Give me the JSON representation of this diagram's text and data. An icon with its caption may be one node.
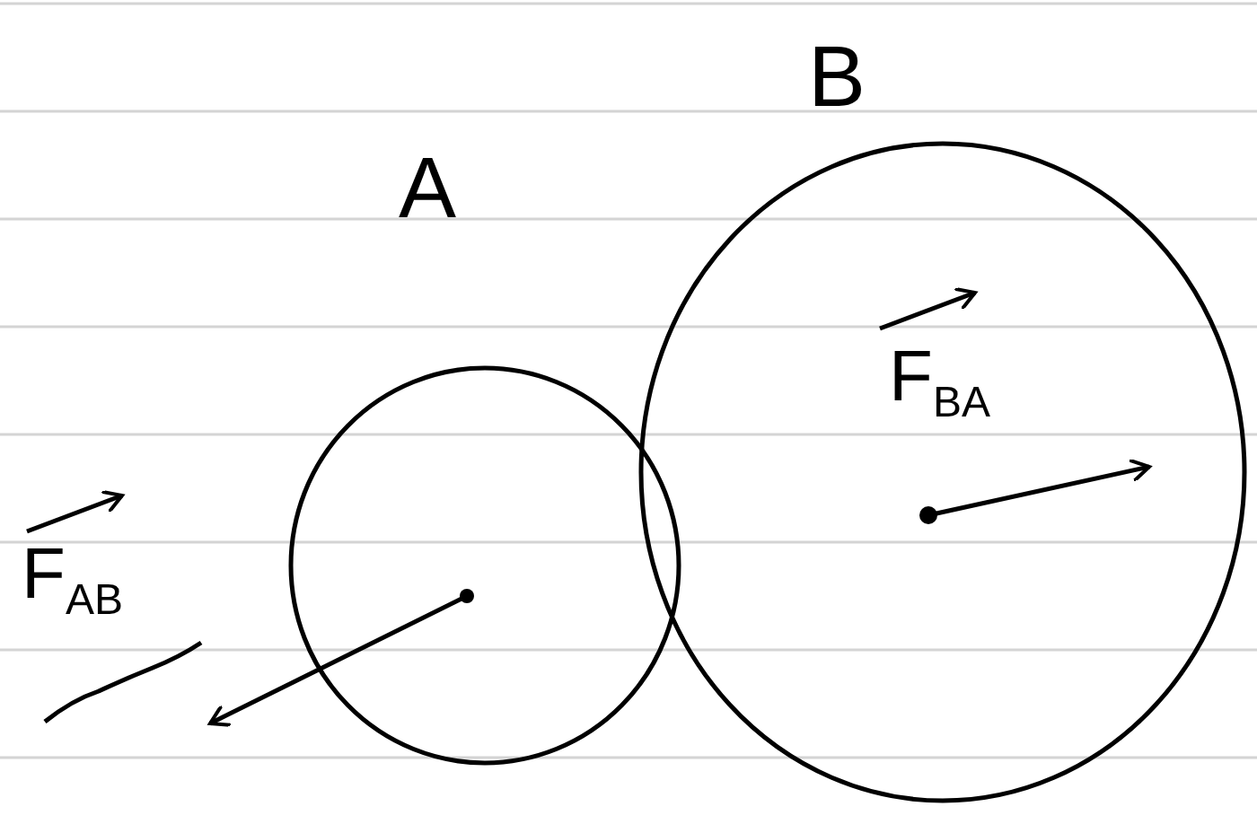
{
  "diagram": {
    "nodes": [
      {
        "text": [
          "A"
        ]
      },
      {
        "text": [
          "B"
        ]
      }
    ],
    "labels": [
      "F$_{AB}$",
      "F$_{BA}$"
    ]
  }
}
